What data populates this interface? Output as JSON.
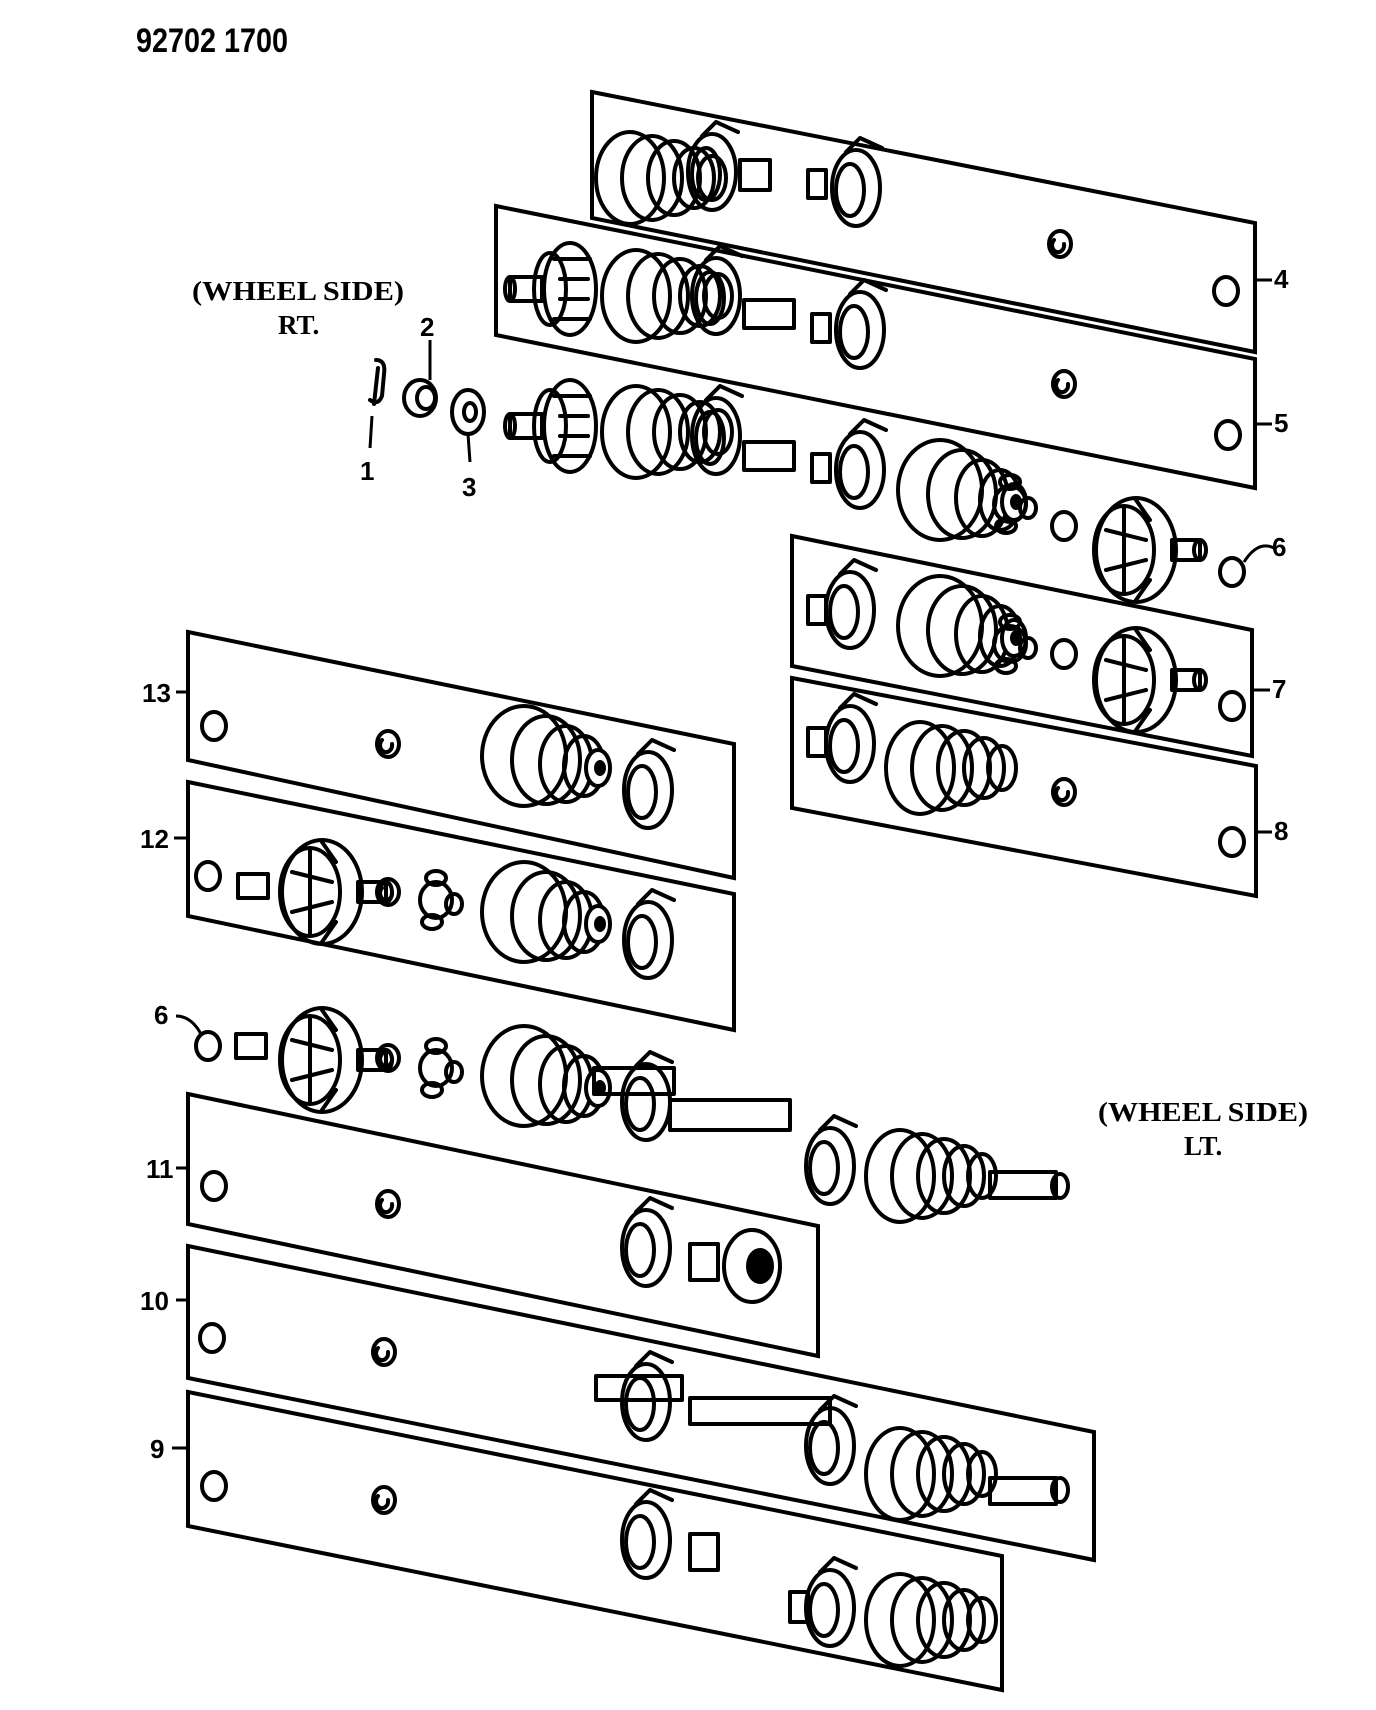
{
  "diagram_code": "92702 1700",
  "wheel_side_rt": {
    "line1": "(WHEEL SIDE)",
    "line2": "RT."
  },
  "wheel_side_lt": {
    "line1": "(WHEEL SIDE)",
    "line2": "LT."
  },
  "callouts": [
    "1",
    "2",
    "3",
    "4",
    "5",
    "6",
    "7",
    "8",
    "9",
    "10",
    "11",
    "12",
    "13",
    "6"
  ]
}
